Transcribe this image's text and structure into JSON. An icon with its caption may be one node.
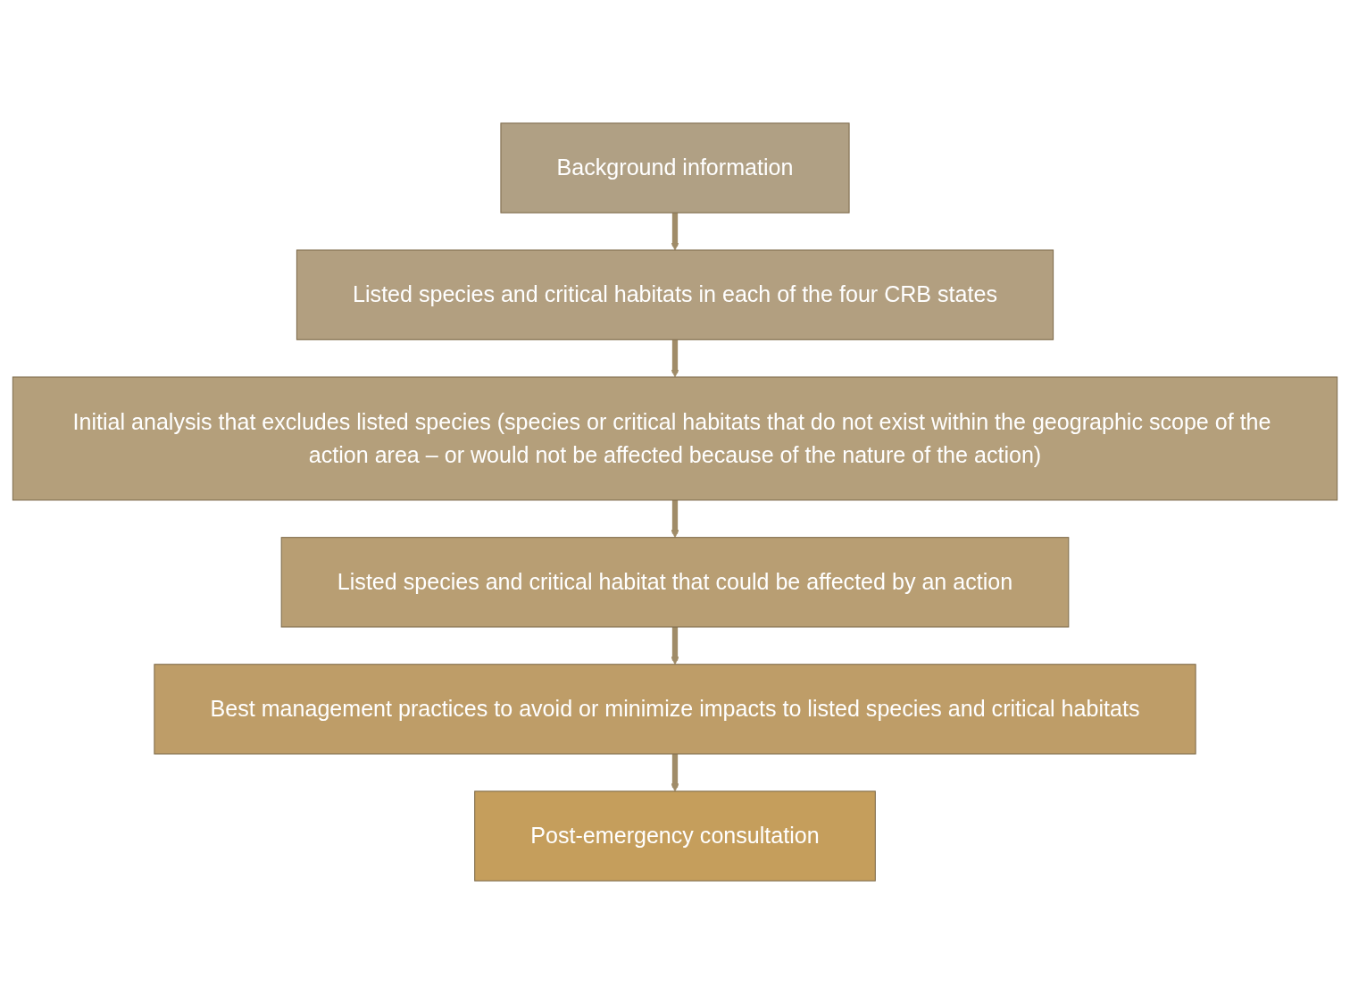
{
  "diagram": {
    "nodes": [
      {
        "text": [
          "Background information"
        ]
      },
      {
        "text": [
          "Listed species and critical habitats in each of the four CRB states"
        ]
      },
      {
        "text": [
          "Initial analysis that excludes listed species (species or critical habitats that do not exist within the geographic scope of the action area – or would not be affected because of the nature of the action)"
        ]
      },
      {
        "text": [
          "Listed species and critical habitat that could be affected by an action"
        ]
      },
      {
        "text": [
          "Best management practices to avoid or minimize impacts to listed species and critical habitats"
        ]
      },
      {
        "text": [
          "Post-emergency consultation"
        ]
      }
    ],
    "edges": [
      {
        "from": 0,
        "to": 1,
        "arrow": "to"
      },
      {
        "from": 1,
        "to": 2,
        "arrow": "to"
      },
      {
        "from": 2,
        "to": 3,
        "arrow": "to"
      },
      {
        "from": 3,
        "to": 4,
        "arrow": "to"
      },
      {
        "from": 4,
        "to": 5,
        "arrow": "to"
      }
    ]
  }
}
